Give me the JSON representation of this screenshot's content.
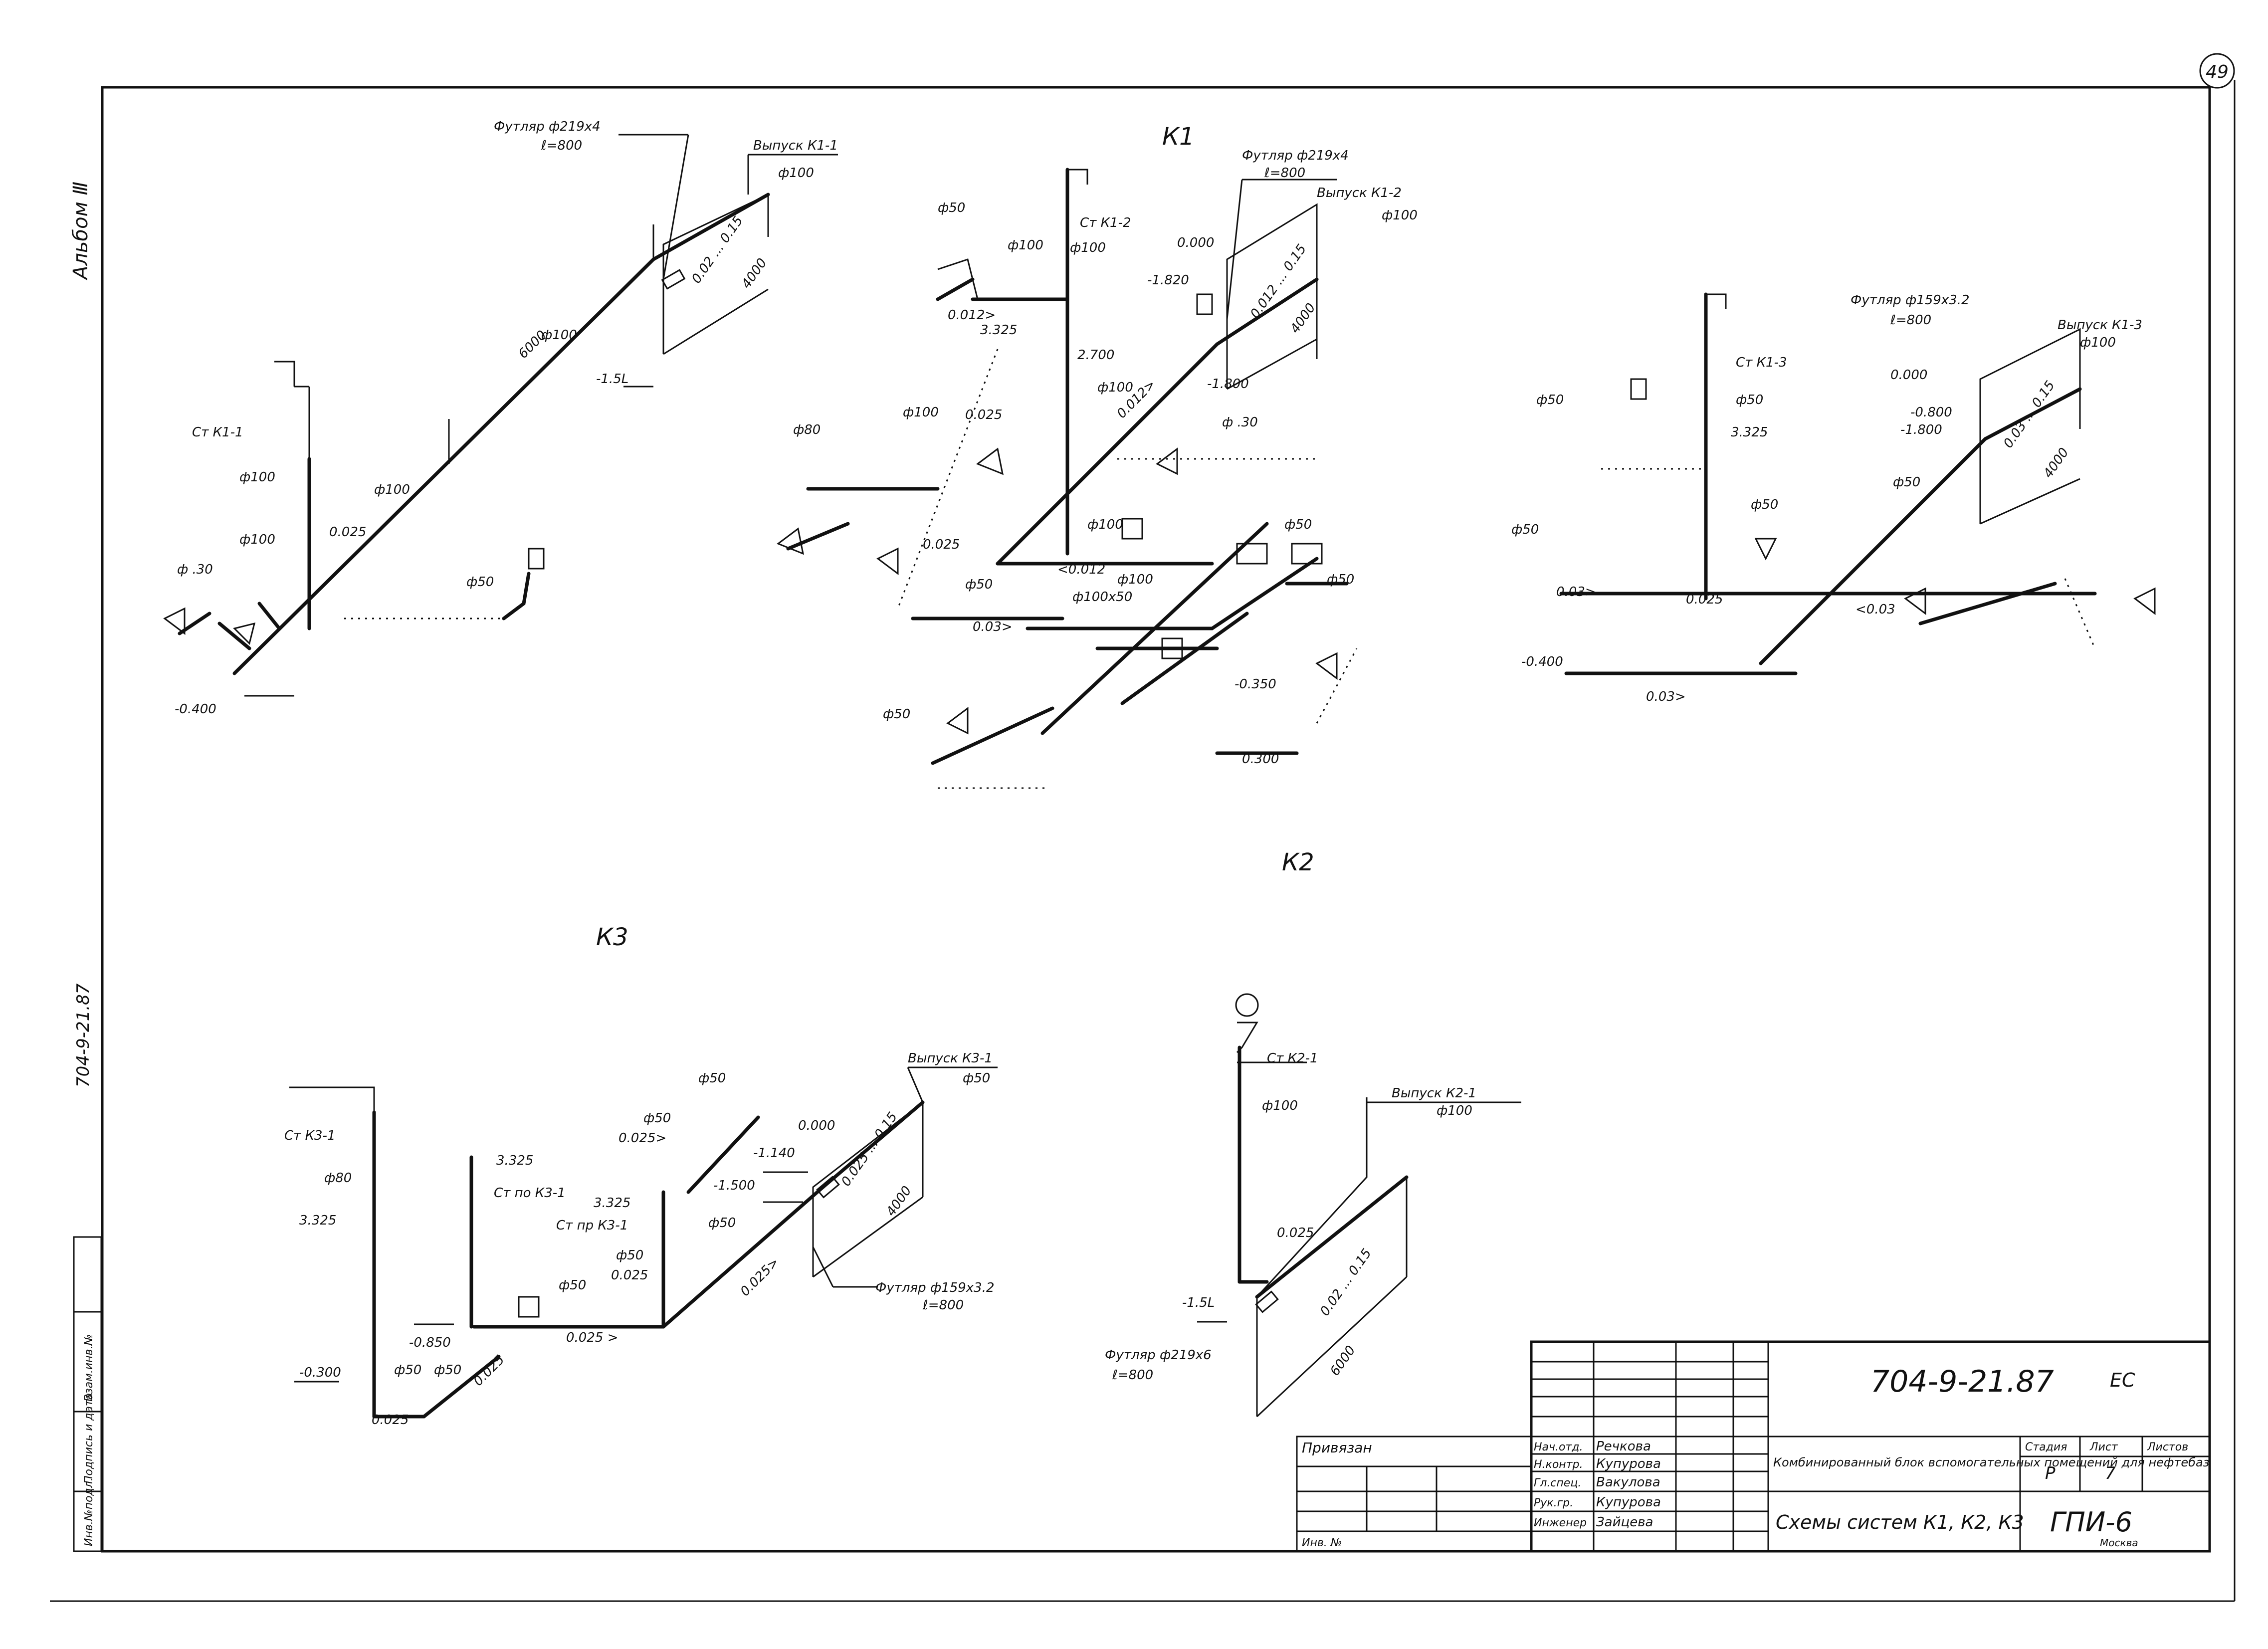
{
  "sheet": {
    "page_number": "49",
    "album": "Альбом Ⅲ",
    "album_code": "704-9-21.87"
  },
  "systems": {
    "k1": "К1",
    "k2": "К2",
    "k3": "К3"
  },
  "k1_left": {
    "riser": "Ст К1-1",
    "d100": "ф100",
    "d100b": "ф100",
    "d100c": "ф100",
    "d50": "ф50",
    "d30": "ф .30",
    "slope": "0.025",
    "length": "6000",
    "elev": "-0.400",
    "case_label": "Футляр  ф219х4",
    "case_len": "ℓ=800",
    "outlet": "Выпуск  К1-1",
    "outlet_d": "ф100",
    "slope_range": "0.02 ... 0.15",
    "outlet_len": "4000",
    "depth": "-1.5L"
  },
  "k1_center": {
    "riser": "Ст К1-2",
    "d50a": "ф50",
    "d100a": "ф100",
    "d100b": "ф100",
    "el0": "0.000",
    "el1820": "-1.820",
    "el3325": "3.325",
    "el2700": "2.700",
    "el1800": "-1.800",
    "slope_a": "0.012>",
    "slope_b": "0.012>",
    "d80": "ф80",
    "d100c": "ф100",
    "slope_c": "0.025",
    "d100d": "ф100",
    "d30": "ф .30",
    "d50b": "ф50",
    "slope_d": "<0.012",
    "slope_e": "0.025",
    "d100e": "ф100",
    "d100x50": "ф100х50",
    "d100f": "ф100",
    "d50c": "ф50",
    "d50d": "ф50",
    "d50e": "ф50",
    "el300": "0.300",
    "el350": "-0.350",
    "slope_f": "0.03>",
    "case_label": "Футляр  ф219х4",
    "case_len": "ℓ=800",
    "outlet": "Выпуск  К1-2",
    "outlet_d": "ф100",
    "slope_range": "0.012 ... 0.15",
    "outlet_len": "4000"
  },
  "k1_right": {
    "riser": "Ст К1-3",
    "d50a": "ф50",
    "d50b": "ф50",
    "d50c": "ф50",
    "d50d": "ф50",
    "d50e": "ф50",
    "el3325": "3.325",
    "el0": "0.000",
    "el800": "-0.800",
    "el1800": "-1.800",
    "el400": "-0.400",
    "slope_a": "0.03>",
    "slope_b": "0.025",
    "slope_c": "<0.03",
    "slope_d": "0.03>",
    "case_label": "Футляр ф159х3.2",
    "case_len": "ℓ=800",
    "outlet": "Выпуск  К1-3",
    "outlet_d": "ф100",
    "slope_range": "0.03 ... 0.15",
    "outlet_len": "4000"
  },
  "k3": {
    "riser1": "Ст К3-1",
    "riser2": "Ст по К3-1",
    "riser3": "Ст пр К3-1",
    "d80": "ф80",
    "d50a": "ф50",
    "d50b": "ф50",
    "d50c": "ф50",
    "d50d": "ф50",
    "d50e": "ф50",
    "el3325a": "3.325",
    "el3325b": "3.325",
    "el3325c": "3.325",
    "el0": "0.000",
    "el1140": "-1.140",
    "el1500": "-1.500",
    "el850": "-0.850",
    "el300": "-0.300",
    "slope_a": "0.025>",
    "slope_b": "0.025",
    "slope_c": "0.025>",
    "slope_d": "0.025",
    "slope_e": "0.025 >",
    "slope_f": "0.025",
    "case_label": "Футляр  ф159х3.2",
    "case_len": "ℓ=800",
    "outlet": "Выпуск  К3-1",
    "outlet_d": "ф50",
    "slope_range": "0.025 ... 0.15",
    "outlet_len": "4000"
  },
  "k2": {
    "riser": "Ст  К2-1",
    "d100": "ф100",
    "slope": "0.025",
    "depth": "-1.5L",
    "case_label": "Футляр ф219х6",
    "case_len": "ℓ=800",
    "outlet": "Выпуск  К2-1",
    "outlet_d": "ф100",
    "slope_range": "0.02 ... 0.15",
    "outlet_len": "6000"
  },
  "title_block": {
    "code": "704-9-21.87",
    "suffix": "ЕС",
    "binding": "Привязан",
    "inv": "Инв. №",
    "roles": [
      "Нач.отд.",
      "Н.контр.",
      "Гл.спец.",
      "Рук.гр.",
      "Инженер"
    ],
    "names": [
      "Речкова",
      "Купурова",
      "Вакулова",
      "Купурова",
      "Зайцева"
    ],
    "project_title": "Комбинированный блок вспомогательных помещений для нефтебаз",
    "sheet_title": "Схемы систем К1, К2, К3",
    "stage_header": "Стадия",
    "sheet_header": "Лист",
    "sheets_header": "Листов",
    "stage": "Р",
    "sheet": "7",
    "org": "ГПИ-6",
    "city": "Москва"
  },
  "left_stamp": [
    "Инв.№подл.",
    "Подпись и дата",
    "Взам.инв.№"
  ]
}
